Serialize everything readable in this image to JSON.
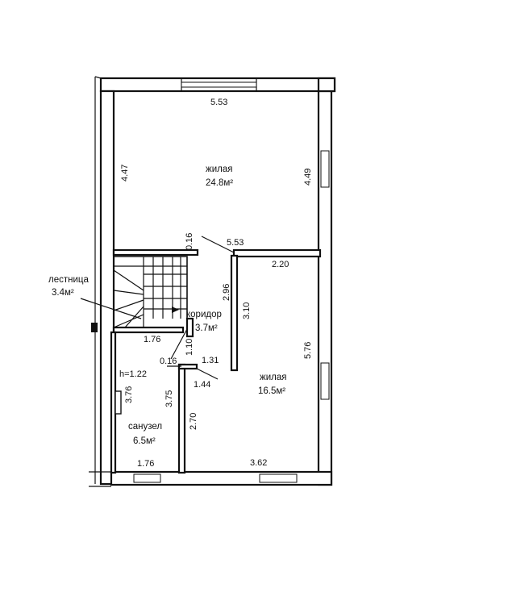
{
  "colors": {
    "ink": "#111111",
    "paper": "#ffffff"
  },
  "rooms": {
    "living_upper": {
      "name": "жилая",
      "area": "24.8м²"
    },
    "living_lower": {
      "name": "жилая",
      "area": "16.5м²"
    },
    "corridor": {
      "name": "коридор",
      "area": "3.7м²"
    },
    "stair": {
      "name": "лестница",
      "area": "3.4м²"
    },
    "bath": {
      "name": "санузел",
      "area": "6.5м²",
      "height": "h=1.22"
    }
  },
  "dimensions": {
    "top_width": "5.53",
    "upper_left_height": "4.47",
    "upper_right_height": "4.49",
    "partition_thickness_top": "0.16",
    "partition_width": "5.53",
    "partition_right_segment": "2.20",
    "inner_wall_2": "2.96",
    "inner_wall_3": "3.10",
    "right_lower_height": "5.76",
    "corridor_bottom": "1.76",
    "corridor_thickness": "0.16",
    "corridor_height": "1.10",
    "opening_1": "1.31",
    "opening_2": "1.44",
    "bath_left": "3.76",
    "bath_middle": "3.75",
    "lower_wall": "2.70",
    "bath_bottom": "1.76",
    "living_bottom": "3.62"
  }
}
